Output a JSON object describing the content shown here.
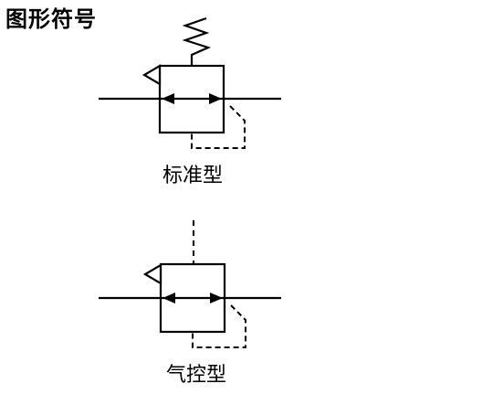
{
  "header": {
    "title": "图形符号"
  },
  "symbols": [
    {
      "caption": "标准型",
      "control": "spring-icon"
    },
    {
      "caption": "气控型",
      "control": "pilot-line-icon"
    }
  ]
}
